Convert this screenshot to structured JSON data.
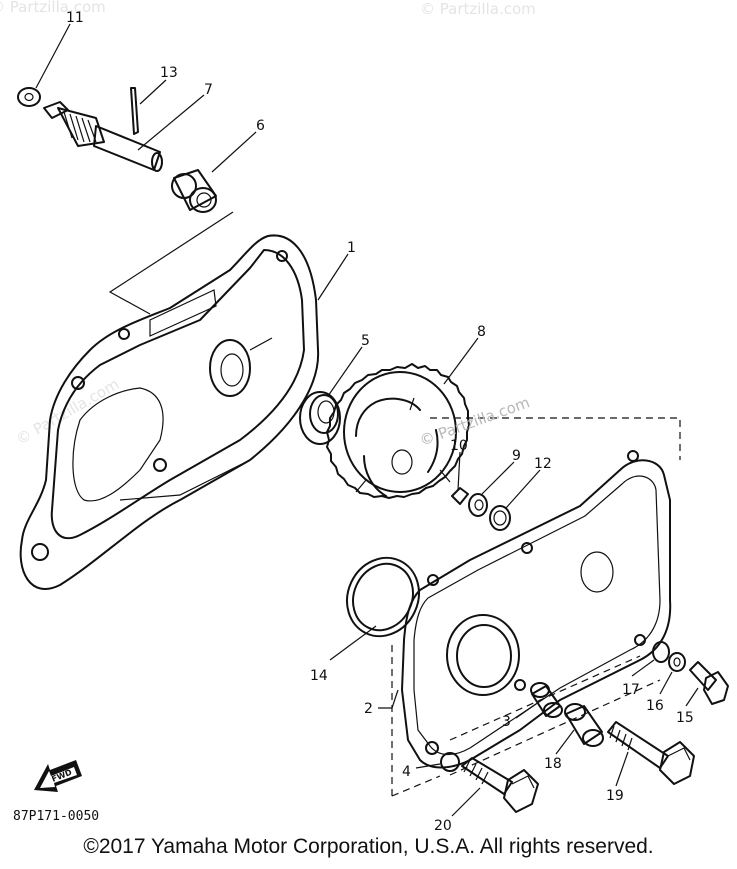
{
  "watermarks": {
    "center": "© Partzilla.com",
    "left": "© Partzilla.com",
    "top_left": "© Partzilla.com",
    "top_right": "© Partzilla.com"
  },
  "callouts": [
    "11",
    "13",
    "7",
    "6",
    "1",
    "5",
    "8",
    "10",
    "9",
    "12",
    "14",
    "2",
    "3",
    "4",
    "17",
    "16",
    "15",
    "18",
    "19",
    "20"
  ],
  "fwd_label": "FWD",
  "diagram_code": "87P171-0050",
  "copyright": "©2017  Yamaha Motor Corporation, U.S.A.  All rights reserved."
}
